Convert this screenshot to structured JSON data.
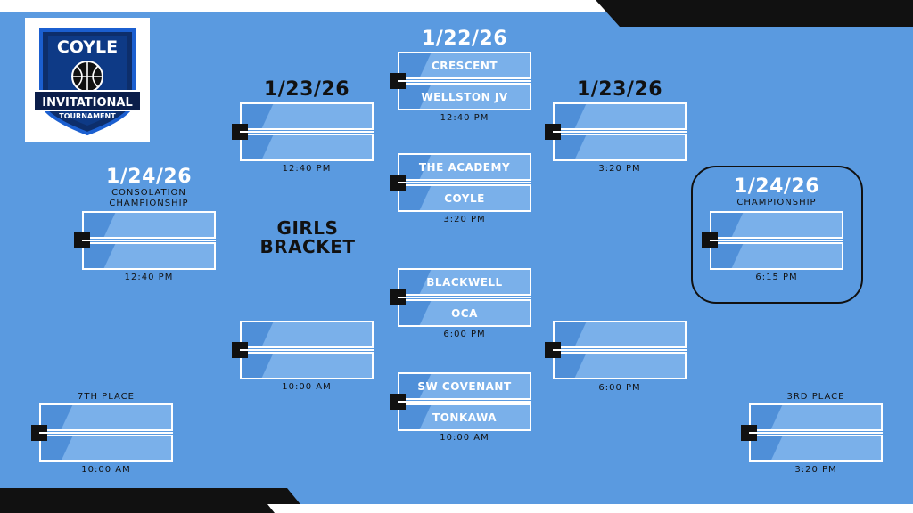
{
  "logo": {
    "line1": "COYLE",
    "line2": "INVITATIONAL",
    "line3": "TOURNAMENT"
  },
  "bracket_title": [
    "GIRLS",
    "BRACKET"
  ],
  "dates": {
    "first_round": "1/22/26",
    "semis_left": "1/23/26",
    "semis_right": "1/23/26",
    "consolation": "1/24/26",
    "championship": "1/24/26"
  },
  "labels": {
    "consolation": [
      "CONSOLATION",
      "CHAMPIONSHIP"
    ],
    "championship": "CHAMPIONSHIP",
    "seventh": "7TH PLACE",
    "third": "3RD PLACE"
  },
  "first_round": [
    {
      "teams": [
        "CRESCENT",
        "WELLSTON JV"
      ],
      "time": "12:40 PM"
    },
    {
      "teams": [
        "THE ACADEMY",
        "COYLE"
      ],
      "time": "3:20 PM"
    },
    {
      "teams": [
        "BLACKWELL",
        "OCA"
      ],
      "time": "6:00 PM"
    },
    {
      "teams": [
        "SW COVENANT",
        "TONKAWA"
      ],
      "time": "10:00 AM"
    }
  ],
  "left_games": [
    {
      "time": "12:40 PM"
    },
    {
      "time": "10:00 AM"
    }
  ],
  "right_games": [
    {
      "time": "3:20 PM"
    },
    {
      "time": "6:00 PM"
    }
  ],
  "consolation_game": {
    "time": "12:40 PM"
  },
  "championship_game": {
    "time": "6:15 PM"
  },
  "seventh_place_game": {
    "time": "10:00 AM"
  },
  "third_place_game": {
    "time": "3:20 PM"
  },
  "colors": {
    "background": "#5a9ae0",
    "slot_fill": "#7ab0ea",
    "accent_dark": "#111111",
    "white": "#ffffff"
  }
}
